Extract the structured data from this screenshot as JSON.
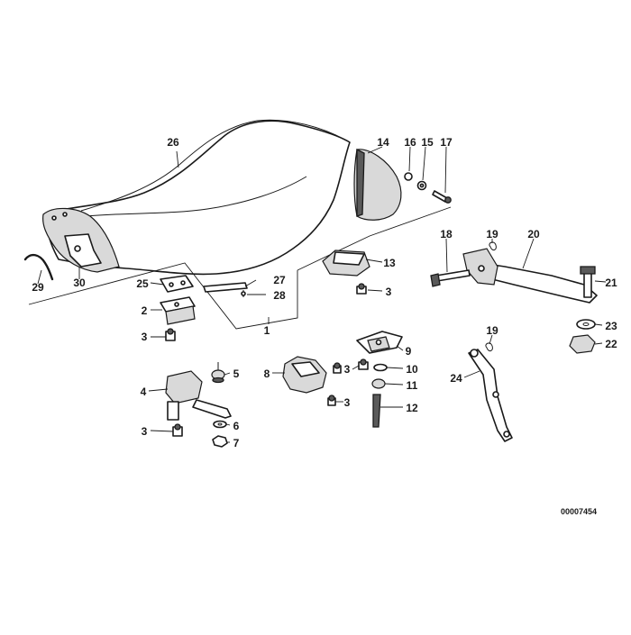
{
  "diagram": {
    "reference_number": "00007454",
    "callouts": [
      {
        "id": "c1",
        "label": "1"
      },
      {
        "id": "c2",
        "label": "2"
      },
      {
        "id": "c3a",
        "label": "3"
      },
      {
        "id": "c3b",
        "label": "3"
      },
      {
        "id": "c3c",
        "label": "3"
      },
      {
        "id": "c3d",
        "label": "3"
      },
      {
        "id": "c3e",
        "label": "3"
      },
      {
        "id": "c4",
        "label": "4"
      },
      {
        "id": "c5",
        "label": "5"
      },
      {
        "id": "c6",
        "label": "6"
      },
      {
        "id": "c7",
        "label": "7"
      },
      {
        "id": "c8",
        "label": "8"
      },
      {
        "id": "c9",
        "label": "9"
      },
      {
        "id": "c10",
        "label": "10"
      },
      {
        "id": "c11",
        "label": "11"
      },
      {
        "id": "c12",
        "label": "12"
      },
      {
        "id": "c13",
        "label": "13"
      },
      {
        "id": "c14",
        "label": "14"
      },
      {
        "id": "c15",
        "label": "15"
      },
      {
        "id": "c16",
        "label": "16"
      },
      {
        "id": "c17",
        "label": "17"
      },
      {
        "id": "c18",
        "label": "18"
      },
      {
        "id": "c19a",
        "label": "19"
      },
      {
        "id": "c19b",
        "label": "19"
      },
      {
        "id": "c20",
        "label": "20"
      },
      {
        "id": "c21",
        "label": "21"
      },
      {
        "id": "c22",
        "label": "22"
      },
      {
        "id": "c23",
        "label": "23"
      },
      {
        "id": "c24",
        "label": "24"
      },
      {
        "id": "c25",
        "label": "25"
      },
      {
        "id": "c26",
        "label": "26"
      },
      {
        "id": "c27",
        "label": "27"
      },
      {
        "id": "c28",
        "label": "28"
      },
      {
        "id": "c29",
        "label": "29"
      },
      {
        "id": "c30",
        "label": "30"
      }
    ]
  }
}
